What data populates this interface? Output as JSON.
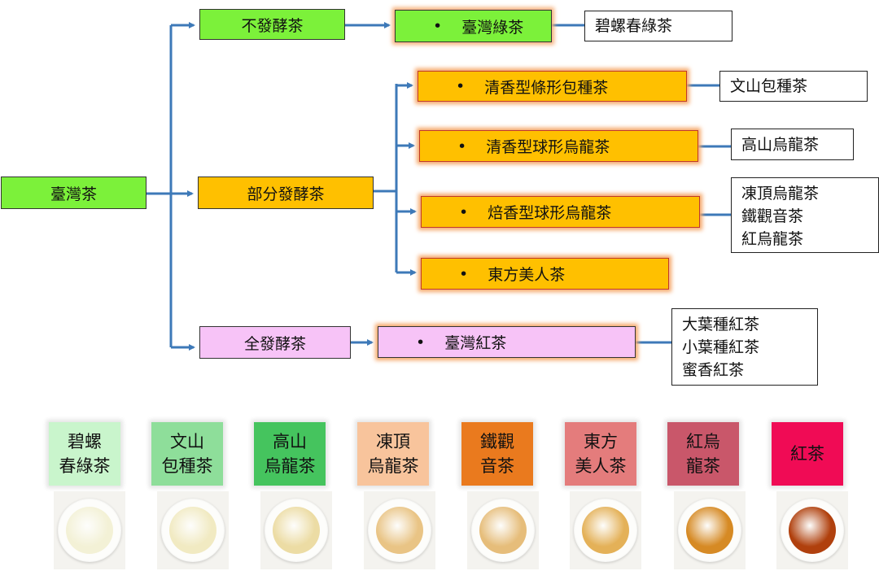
{
  "root": {
    "label": "臺灣茶"
  },
  "categories": {
    "unfermented": "不發酵茶",
    "partial": "部分發酵茶",
    "full": "全發酵茶"
  },
  "subtypes": {
    "green_tea": "臺灣綠茶",
    "baozhong": "清香型條形包種茶",
    "ball_oolong": "清香型球形烏龍茶",
    "roast_oolong": "焙香型球形烏龍茶",
    "oriental_beauty": "東方美人茶",
    "black_tea": "臺灣紅茶"
  },
  "examples": {
    "green_tea": [
      "碧螺春綠茶"
    ],
    "baozhong": [
      "文山包種茶"
    ],
    "ball_oolong": [
      "高山烏龍茶"
    ],
    "roast_oolong": [
      "凍頂烏龍茶",
      "鐵觀音茶",
      "紅烏龍茶"
    ],
    "black_tea": [
      "大葉種紅茶",
      "小葉種紅茶",
      "蜜香紅茶"
    ]
  },
  "swatches": [
    {
      "line1": "碧螺",
      "line2": "春綠茶",
      "color": "#c9f5cc",
      "liquor": "#f3f1d6"
    },
    {
      "line1": "文山",
      "line2": "包種茶",
      "color": "#8ede9a",
      "liquor": "#f1eac2"
    },
    {
      "line1": "高山",
      "line2": "烏龍茶",
      "color": "#45c45e",
      "liquor": "#ecdca4"
    },
    {
      "line1": "凍頂",
      "line2": "烏龍茶",
      "color": "#f8c49c",
      "liquor": "#e9c485"
    },
    {
      "line1": "鐵觀",
      "line2": "音茶",
      "color": "#ea7a1e",
      "liquor": "#e6bd7a"
    },
    {
      "line1": "東方",
      "line2": "美人茶",
      "color": "#e47c7c",
      "liquor": "#e4b158"
    },
    {
      "line1": "紅烏",
      "line2": "龍茶",
      "color": "#c9576a",
      "liquor": "#d68a24"
    },
    {
      "line1": "紅茶",
      "line2": "",
      "color": "#f00b55",
      "liquor": "#b0400d"
    }
  ],
  "colors": {
    "connector": "#3d79b8",
    "green": "#7cf13a",
    "orange": "#ffc000",
    "pink": "#f7c3f7"
  }
}
